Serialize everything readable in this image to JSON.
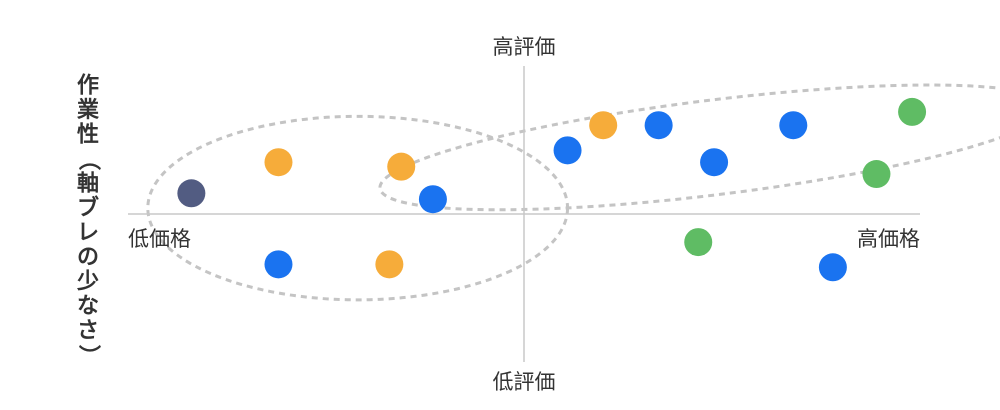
{
  "chart_data": {
    "type": "scatter",
    "title": "",
    "xlabel": "",
    "ylabel": "作業性（軸ブレの少なさ）",
    "quadrant_labels": {
      "top": "高評価",
      "bottom": "低評価",
      "left": "低価格",
      "right": "高価格"
    },
    "xlim": [
      -10,
      10
    ],
    "ylim": [
      -10,
      10
    ],
    "grid": false,
    "legend": "none",
    "colors": {
      "blue": "#1a73f0",
      "orange": "#f6ac3a",
      "green": "#5fbc64",
      "navy": "#525c82",
      "axis": "#c8c8c8",
      "cluster": "#c4c4c4"
    },
    "points": [
      {
        "x": -8.4,
        "y": 1.4,
        "color": "navy"
      },
      {
        "x": -6.2,
        "y": 3.5,
        "color": "orange"
      },
      {
        "x": -3.1,
        "y": 3.2,
        "color": "orange"
      },
      {
        "x": -2.3,
        "y": 1.0,
        "color": "blue"
      },
      {
        "x": -6.2,
        "y": -3.4,
        "color": "blue"
      },
      {
        "x": -3.4,
        "y": -3.4,
        "color": "orange"
      },
      {
        "x": 1.1,
        "y": 4.3,
        "color": "blue"
      },
      {
        "x": 2.0,
        "y": 6.0,
        "color": "orange"
      },
      {
        "x": 3.4,
        "y": 6.0,
        "color": "blue"
      },
      {
        "x": 4.8,
        "y": 3.5,
        "color": "blue"
      },
      {
        "x": 6.8,
        "y": 6.0,
        "color": "blue"
      },
      {
        "x": 9.8,
        "y": 6.9,
        "color": "green"
      },
      {
        "x": 8.9,
        "y": 2.7,
        "color": "green"
      },
      {
        "x": 4.4,
        "y": -1.9,
        "color": "green"
      },
      {
        "x": 7.8,
        "y": -3.6,
        "color": "blue"
      }
    ],
    "clusters": [
      {
        "cx": -4.2,
        "cy": 0.4,
        "rx": 5.3,
        "ry": 6.2
      },
      {
        "cx": 4.8,
        "cy": 4.5,
        "rx": 8.5,
        "ry": 3.2,
        "tilt": -7
      }
    ]
  }
}
